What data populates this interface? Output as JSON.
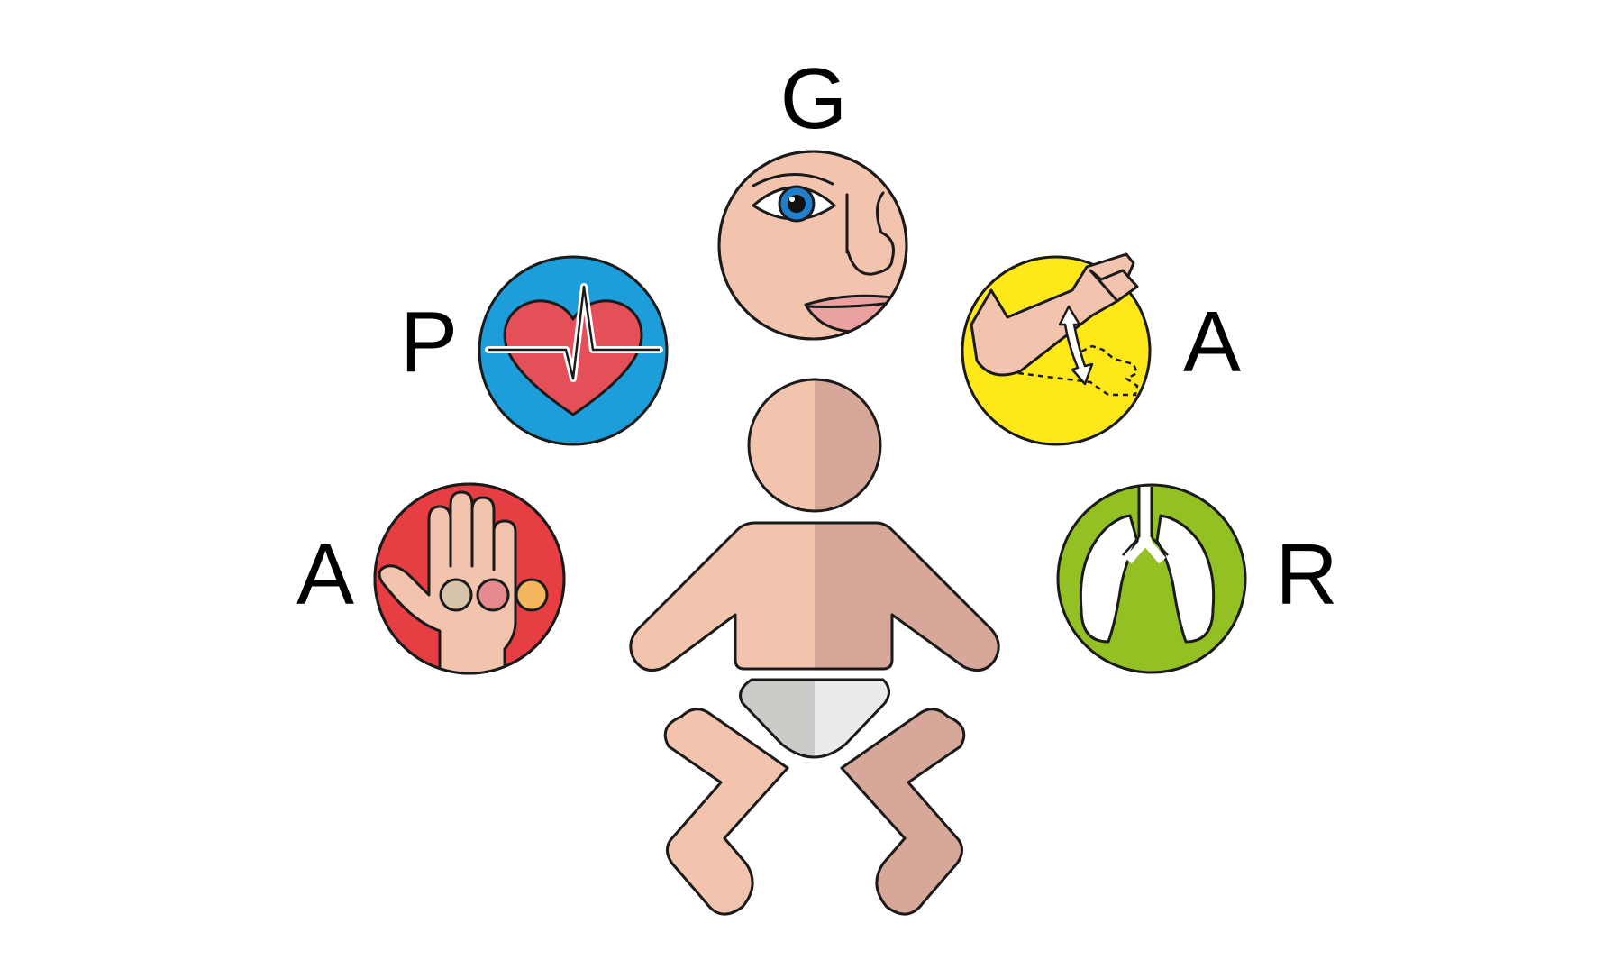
{
  "letters": {
    "appearance": "A",
    "pulse": "P",
    "grimace": "G",
    "activity": "A",
    "respiration": "R"
  },
  "colors": {
    "skin_light": "#f2c4ae",
    "skin_dark": "#d7a899",
    "pulse_circle": "#1d9dd9",
    "heart": "#e44f58",
    "activity_circle": "#ffe81a",
    "respiration_circle": "#93c123",
    "appearance_circle": "#e63e43",
    "eye_iris": "#1f7fcc",
    "lips": "#eba1a0",
    "diaper_light": "#ebebeb",
    "diaper_dark": "#cbcbc8",
    "swatch_1": "#d8c3ac",
    "swatch_2": "#e68a8d",
    "swatch_3": "#f3b65c"
  },
  "icons": {
    "appearance": "hand-color-icon",
    "pulse": "heart-pulse-icon",
    "grimace": "face-icon",
    "activity": "arm-flex-icon",
    "respiration": "lungs-icon",
    "center": "baby-figure-icon"
  }
}
